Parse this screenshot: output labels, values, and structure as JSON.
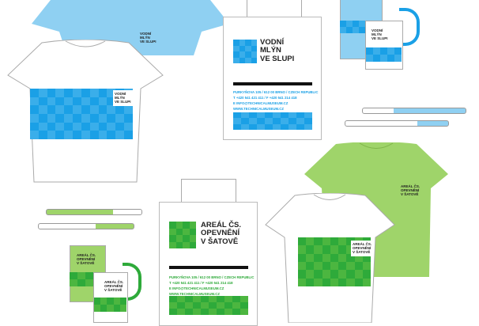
{
  "colors": {
    "blue": "#8fd0f2",
    "blue_dark": "#1aa0e6",
    "green": "#9fd46a",
    "green_dark": "#2eaa3a"
  },
  "blue_brand": {
    "title_lines": [
      "VODNÍ",
      "MLÝN",
      "VE SLUPI"
    ]
  },
  "green_brand": {
    "title_lines": [
      "AREÁL ČS.",
      "OPEVNĚNÍ",
      "V ŠATOVĚ"
    ]
  },
  "contact": {
    "address": "PURKYŇOVA 105 / 612 00 BRNO / CZECH REPUBLIC",
    "phone": "T +420 541 421 411 / F +420 541 214 418",
    "email": "E INFO@TECHNICALMUSEUM.CZ",
    "web": "WWW.TECHNICALMUSEUM.CZ"
  }
}
